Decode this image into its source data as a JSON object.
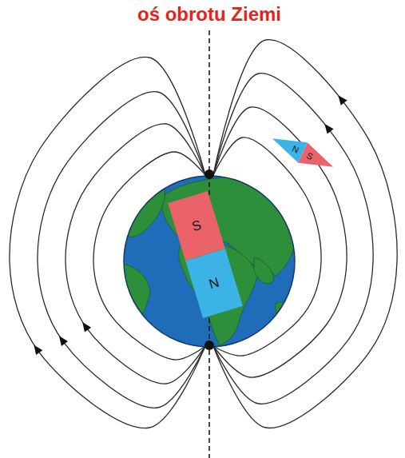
{
  "diagram": {
    "nodes": [
      {
        "text": [
          "N"
        ]
      },
      {
        "text": [
          "S"
        ]
      },
      {
        "text": [
          "S"
        ]
      },
      {
        "text": [
          "N"
        ]
      }
    ],
    "labels": [
      "oś obrotu Ziemi"
    ]
  }
}
